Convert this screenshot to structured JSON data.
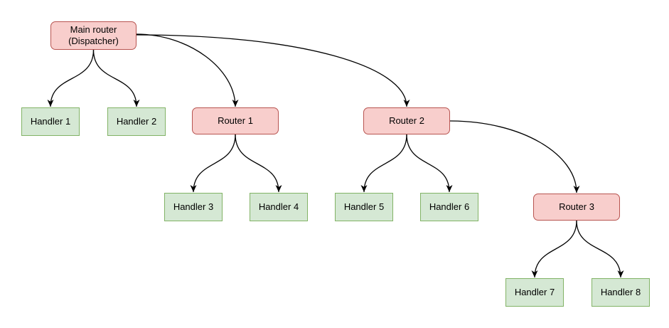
{
  "colors": {
    "background": "#ffffff",
    "router_fill": "#f8cecc",
    "router_stroke": "#b85450",
    "handler_fill": "#d5e8d4",
    "handler_stroke": "#82b366",
    "edge": "#000000",
    "text": "#000000"
  },
  "nodes": {
    "main": {
      "type": "router",
      "line1": "Main router",
      "line2": "(Dispatcher)"
    },
    "handler1": {
      "type": "handler",
      "label": "Handler 1"
    },
    "handler2": {
      "type": "handler",
      "label": "Handler 2"
    },
    "router1": {
      "type": "router",
      "label": "Router 1"
    },
    "router2": {
      "type": "router",
      "label": "Router 2"
    },
    "handler3": {
      "type": "handler",
      "label": "Handler 3"
    },
    "handler4": {
      "type": "handler",
      "label": "Handler 4"
    },
    "handler5": {
      "type": "handler",
      "label": "Handler 5"
    },
    "handler6": {
      "type": "handler",
      "label": "Handler 6"
    },
    "router3": {
      "type": "router",
      "label": "Router 3"
    },
    "handler7": {
      "type": "handler",
      "label": "Handler 7"
    },
    "handler8": {
      "type": "handler",
      "label": "Handler 8"
    }
  },
  "edges": [
    {
      "from": "main",
      "to": "handler1"
    },
    {
      "from": "main",
      "to": "handler2"
    },
    {
      "from": "main",
      "to": "router1"
    },
    {
      "from": "main",
      "to": "router2"
    },
    {
      "from": "router1",
      "to": "handler3"
    },
    {
      "from": "router1",
      "to": "handler4"
    },
    {
      "from": "router2",
      "to": "handler5"
    },
    {
      "from": "router2",
      "to": "handler6"
    },
    {
      "from": "router2",
      "to": "router3"
    },
    {
      "from": "router3",
      "to": "handler7"
    },
    {
      "from": "router3",
      "to": "handler8"
    }
  ]
}
